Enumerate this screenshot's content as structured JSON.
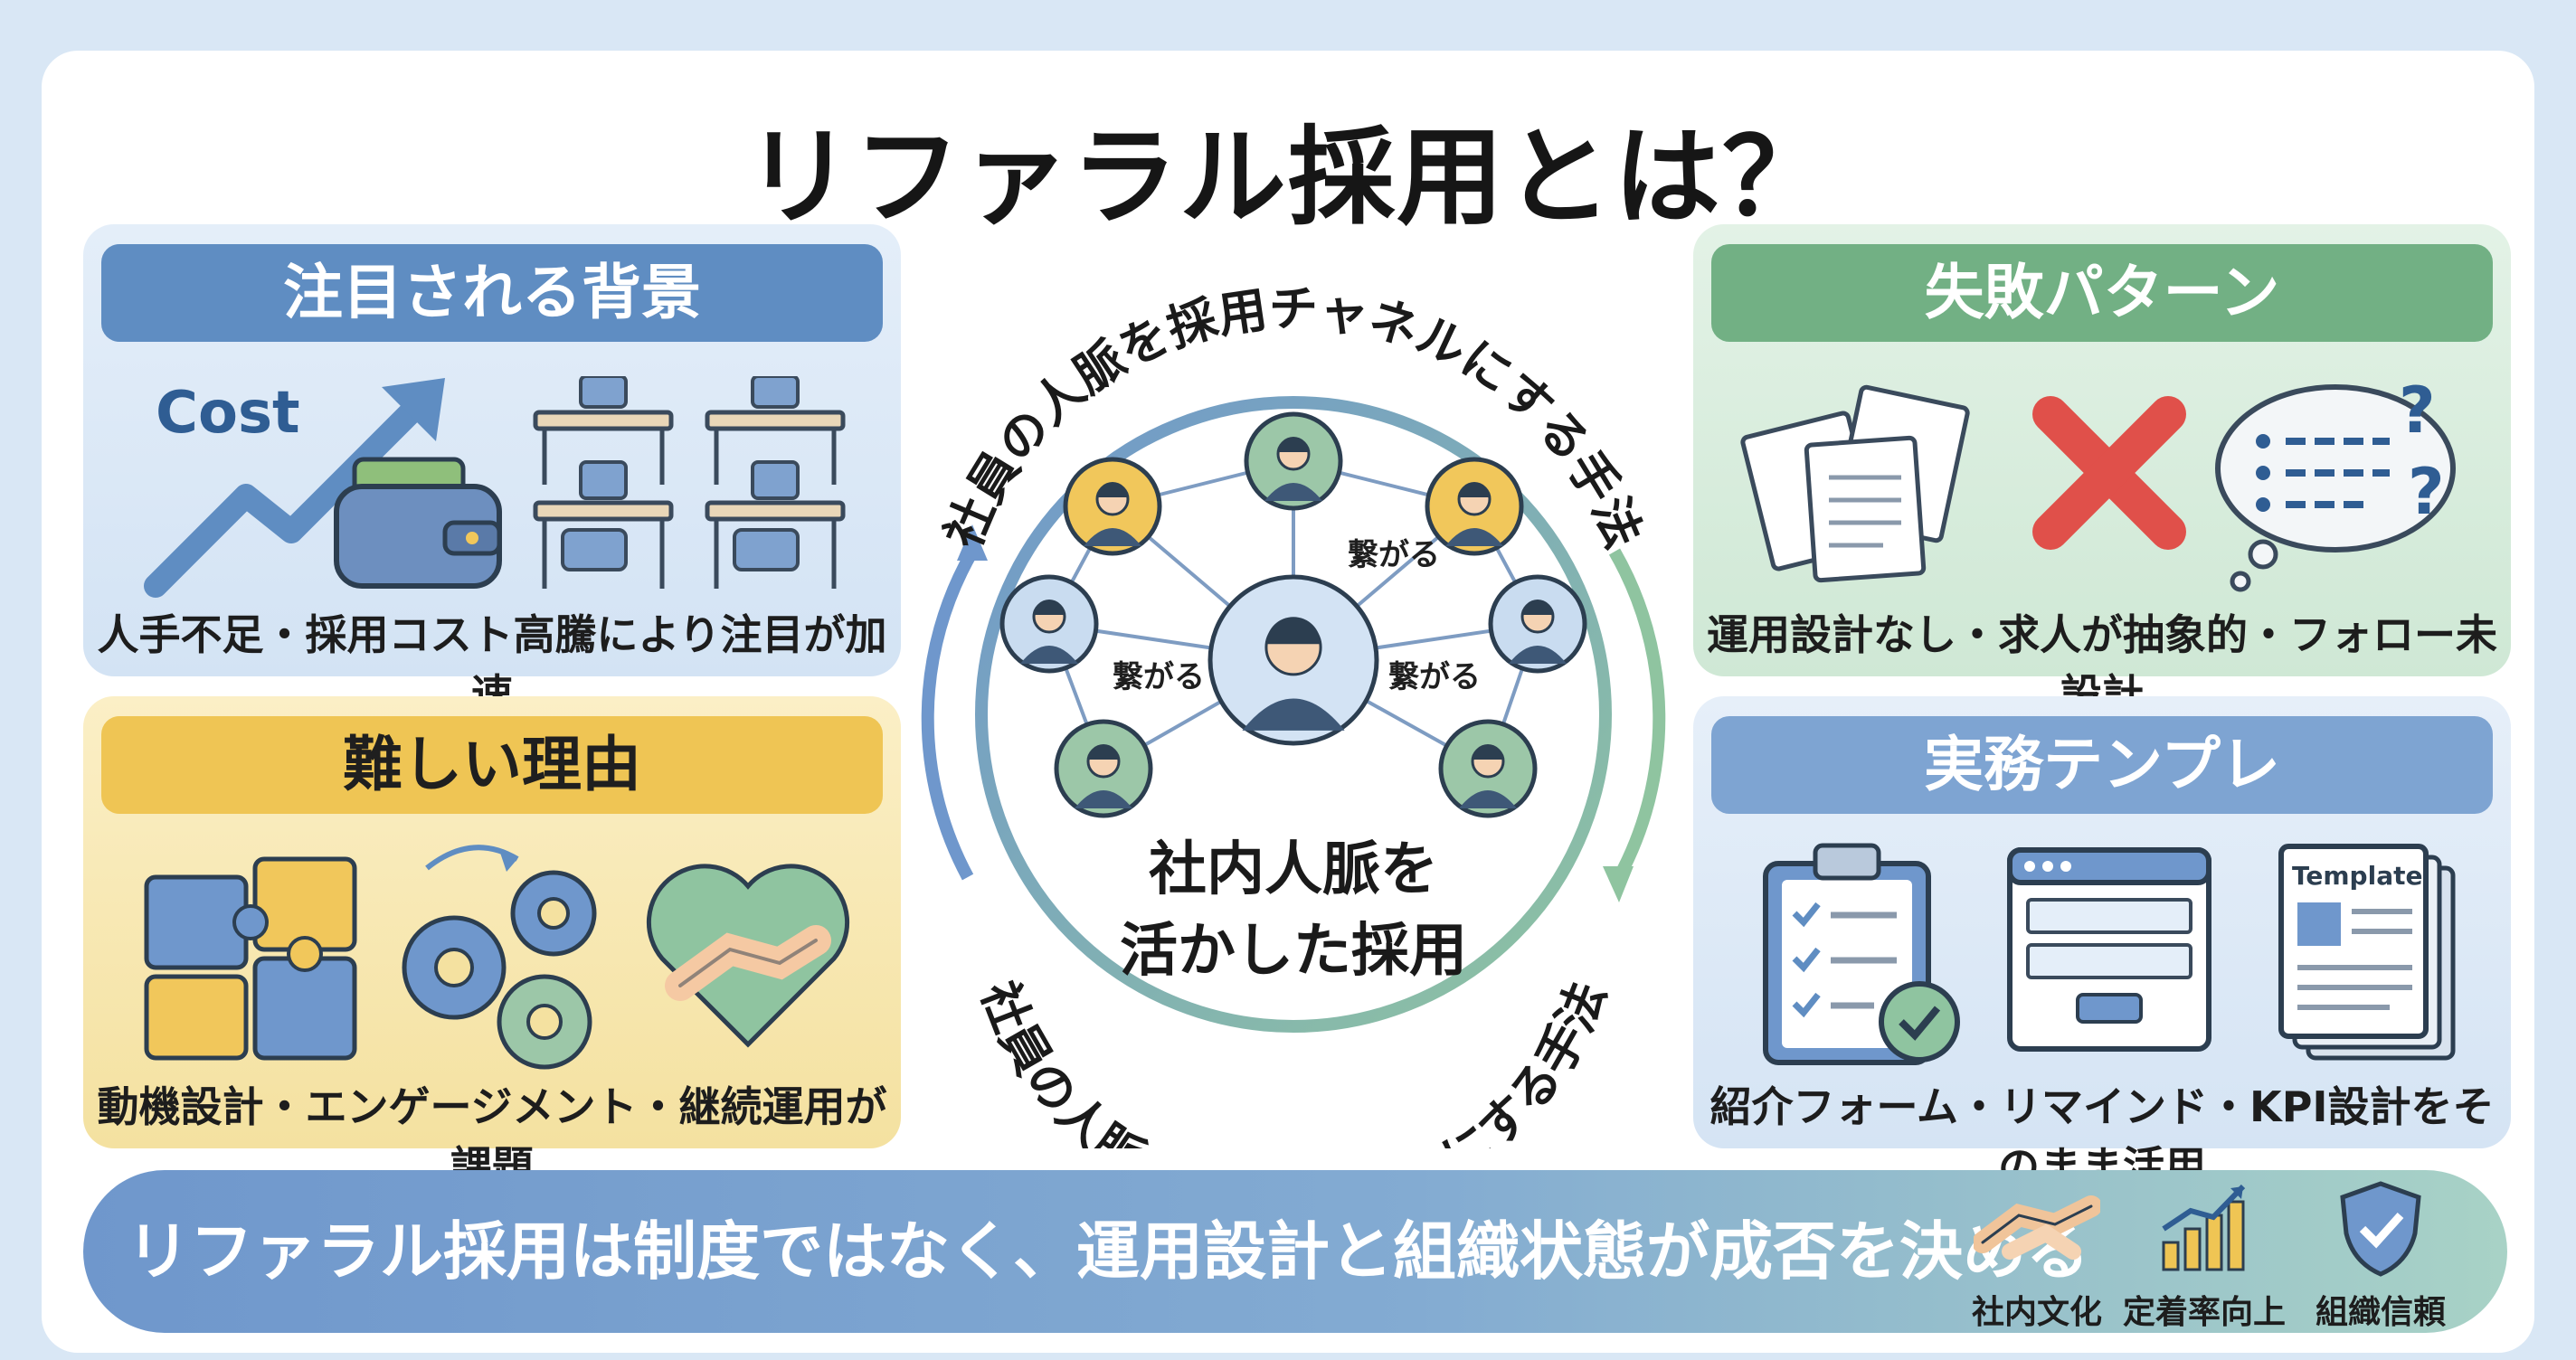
{
  "title": "リファラル採用とは？",
  "center": {
    "arc_text": "社員の人脈を採用チャネルにする手法",
    "core_line1": "社内人脈を",
    "core_line2": "活かした採用",
    "connect_label": "繋がる"
  },
  "panels": {
    "background": {
      "heading": "注目される背景",
      "cost_label": "Cost",
      "caption": "人手不足・採用コスト高騰により注目が加速"
    },
    "difficulty": {
      "heading": "難しい理由",
      "caption": "動機設計・エンゲージメント・継続運用が課題"
    },
    "failure": {
      "heading": "失敗パターン",
      "caption": "運用設計なし・求人が抽象的・フォロー未設計"
    },
    "template": {
      "heading": "実務テンプレ",
      "template_label": "Template",
      "caption": "紹介フォーム・リマインド・KPI設計をそのまま活用"
    }
  },
  "banner": {
    "text": "リファラル採用は制度ではなく、運用設計と組織状態が成否を決める",
    "icons": [
      {
        "label": "社内文化",
        "icon": "handshake-icon"
      },
      {
        "label": "定着率向上",
        "icon": "growth-chart-icon"
      },
      {
        "label": "組織信頼",
        "icon": "shield-check-icon"
      }
    ]
  },
  "colors": {
    "blue": "#5f8dc2",
    "yellow": "#efc554",
    "green": "#72b084",
    "light_blue": "#7ea4d2",
    "cross_red": "#e0504a"
  }
}
